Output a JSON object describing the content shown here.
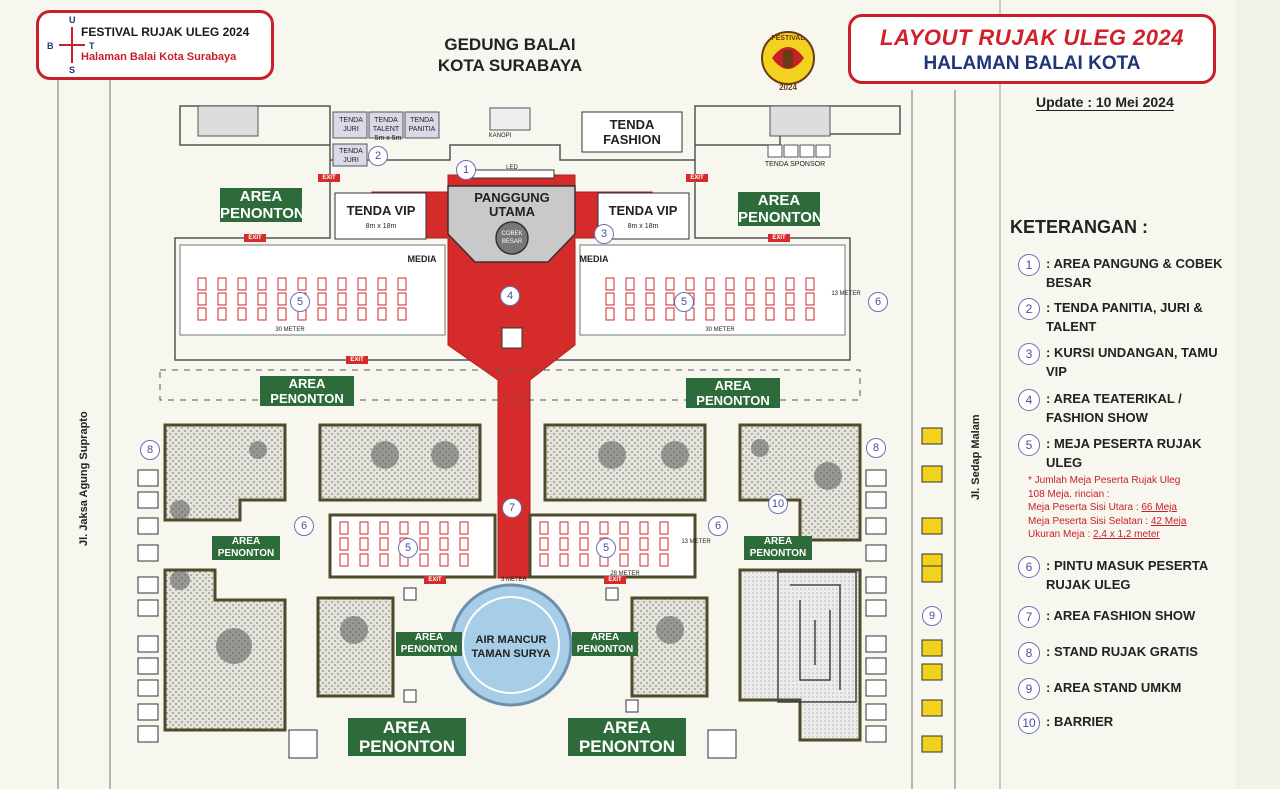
{
  "header": {
    "festival_title": "FESTIVAL RUJAK ULEG 2024",
    "festival_subtitle": "Halaman Balai Kota Surabaya",
    "compass": {
      "north": "U",
      "south": "S",
      "west": "B",
      "east": "T"
    },
    "building": [
      "GEDUNG BALAI",
      "KOTA SURABAYA"
    ],
    "logo_text_top": "FESTIVAL",
    "logo_text_bottom": "2024",
    "layout_title": "LAYOUT RUJAK ULEG 2024",
    "layout_subtitle": "HALAMAN BALAI KOTA",
    "update": "Update : 10 Mei 2024"
  },
  "map": {
    "tents_top": [
      "TENDA JURI",
      "TENDA TALENT",
      "TENDA PANITIA"
    ],
    "tent_size": "5m x 5m",
    "tent_juri_2": "TENDA JURI",
    "kanopi": "KANOPI",
    "led": "LED",
    "tenda_fashion": "TENDA FASHION",
    "tenda_sponsor": "TENDA SPONSOR",
    "panggung": [
      "PANGGUNG",
      "UTAMA"
    ],
    "cobek": [
      "COBEK",
      "BESAR"
    ],
    "tenda_vip": "TENDA VIP",
    "vip_size": "8m x 18m",
    "media": "MEDIA",
    "exit": "EXIT",
    "area_penonton": [
      "AREA",
      "PENONTON"
    ],
    "meter_30": "30 METER",
    "meter_13": "13 METER",
    "meter_28": "28 METER",
    "meter_3": "3 METER",
    "fountain": [
      "AIR MANCUR",
      "TAMAN SURYA"
    ],
    "street_left": "Jl. Jaksa Agung Suprapto",
    "street_right": "Jl. Sedap Malam",
    "markers": {
      "m1": "1",
      "m2": "2",
      "m3": "3",
      "m4": "4",
      "m5": "5",
      "m6": "6",
      "m7": "7",
      "m8": "8",
      "m9": "9",
      "m10": "10"
    }
  },
  "legend": {
    "heading": "KETERANGAN :",
    "items": [
      {
        "num": "1",
        "text": ": AREA PANGUNG & COBEK BESAR"
      },
      {
        "num": "2",
        "text": ": TENDA PANITIA, JURI & TALENT"
      },
      {
        "num": "3",
        "text": ": KURSI UNDANGAN, TAMU VIP"
      },
      {
        "num": "4",
        "text": ": AREA TEATERIKAL / FASHION SHOW"
      },
      {
        "num": "5",
        "text": ": MEJA PESERTA RUJAK ULEG"
      },
      {
        "num": "6",
        "text": ": PINTU MASUK PESERTA RUJAK ULEG"
      },
      {
        "num": "7",
        "text": ": AREA FASHION SHOW"
      },
      {
        "num": "8",
        "text": ": STAND RUJAK GRATIS"
      },
      {
        "num": "9",
        "text": ": AREA STAND UMKM"
      },
      {
        "num": "10",
        "text": ": BARRIER"
      }
    ],
    "note": {
      "line1": "* Jumlah Meja Peserta Rujak Uleg",
      "line2": "108 Meja. rincian :",
      "line3_label": "Meja Peserta Sisi Utara : ",
      "line3_value": "66 Meja",
      "line4_label": "Meja Peserta Sisi Selatan : ",
      "line4_value": "42 Meja",
      "line5_label": "Ukuran Meja : ",
      "line5_value": "2,4 x 1,2 meter"
    }
  },
  "colors": {
    "red": "#d62b2b",
    "navy": "#1e3578",
    "green_label": "#2d6b3a",
    "olive_border": "#4f4a2a",
    "fountain": "#a8cde6",
    "kiosk_yellow": "#f2d21e"
  }
}
